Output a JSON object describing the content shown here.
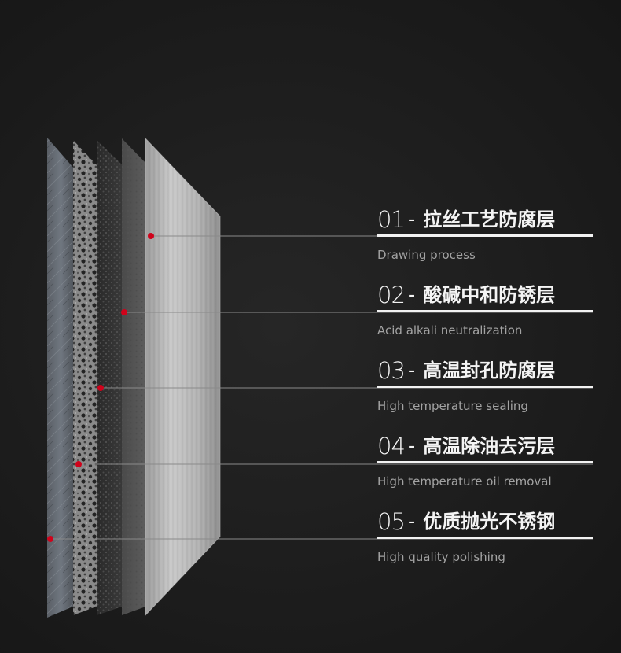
{
  "layers": [
    {
      "number": "01",
      "separator": "-",
      "title": "拉丝工艺防腐层",
      "subtitle": "Drawing process"
    },
    {
      "number": "02",
      "separator": "-",
      "title": "酸碱中和防锈层",
      "subtitle": "Acid alkali neutralization"
    },
    {
      "number": "03",
      "separator": "-",
      "title": "高温封孔防腐层",
      "subtitle": "High temperature sealing"
    },
    {
      "number": "04",
      "separator": "-",
      "title": "高温除油去污层",
      "subtitle": "High temperature oil removal"
    },
    {
      "number": "05",
      "separator": "-",
      "title": "优质抛光不锈钢",
      "subtitle": "High quality polishing"
    }
  ],
  "colors": {
    "background": "#1c1c1c",
    "dot": "#d0021b",
    "leader_line": "#8a8a8a",
    "heading": "#f2f2f2",
    "subtitle": "#a3a3a3"
  }
}
